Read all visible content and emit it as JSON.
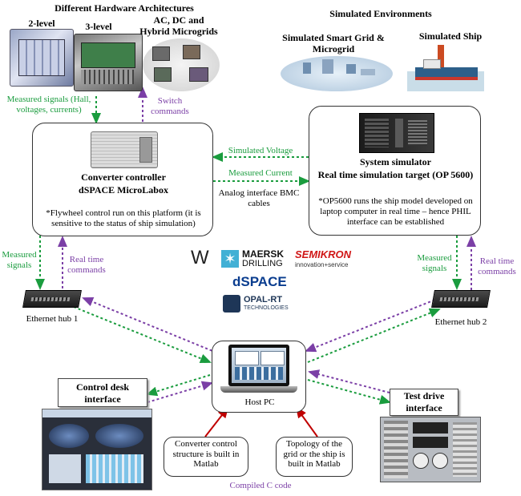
{
  "hardware": {
    "title": "Different Hardware Architectures",
    "two_level": "2-level",
    "three_level": "3-level",
    "microgrid": "AC, DC and Hybrid Microgrids"
  },
  "environments": {
    "title": "Simulated Environments",
    "smart_grid": "Simulated Smart Grid & Microgrid",
    "ship": "Simulated Ship"
  },
  "links": {
    "measured_hall": "Measured signals (Hall, voltages, currents)",
    "switch_commands": "Switch commands",
    "simulated_voltage": "Simulated Voltage",
    "measured_current": "Measured Current",
    "analog_interface": "Analog interface BMC cables",
    "measured_signals_left": "Measured signals",
    "real_time_left": "Real time commands",
    "measured_signals_right": "Measured signals",
    "real_time_right": "Real time commands",
    "compiled": "Compiled C code"
  },
  "controller": {
    "title": "Converter controller",
    "subtitle": "dSPACE MicroLabox",
    "note": "*Flywheel control run on this platform (it is sensitive to the status of ship simulation)"
  },
  "simulator": {
    "title": "System simulator",
    "subtitle": "Real time simulation target (OP 5600)",
    "note": "*OP5600 runs the ship model developed on laptop computer in real time – hence PHIL interface can be established"
  },
  "logos": {
    "w": "W",
    "maersk_top": "MAERSK",
    "maersk_bottom": "DRILLING",
    "semikron_top": "SEMIKRON",
    "semikron_bottom": "innovation+service",
    "dspace": "dSPACE",
    "opal_top": "OPAL-RT",
    "opal_bottom": "TECHNOLOGIES"
  },
  "devices": {
    "hub1": "Ethernet hub 1",
    "hub2": "Ethernet hub 2",
    "host": "Host PC",
    "control_desk": "Control desk interface",
    "test_drive": "Test drive interface"
  },
  "matlab": {
    "converter": "Converter control structure is built in Matlab",
    "topology": "Topology of the grid or the ship is built in Matlab"
  },
  "colors": {
    "green": "#1a9c3e",
    "purple": "#7b3fa6",
    "red": "#c00000"
  }
}
